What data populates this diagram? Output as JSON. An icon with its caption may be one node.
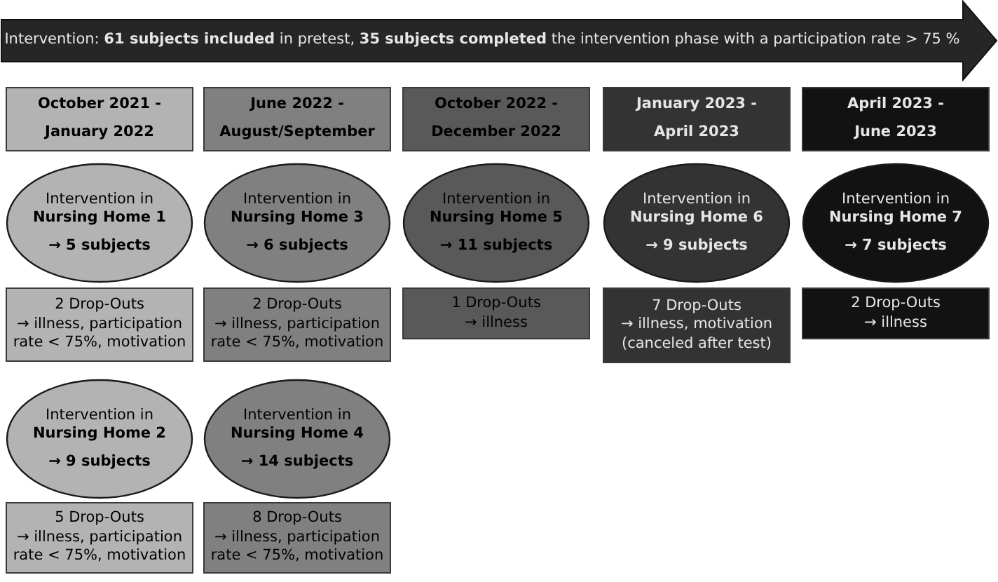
{
  "diagram": {
    "nodes": [
      {
        "text": [
          "Intervention: **61 subjects included** in pretest, **35 subjects completed** the intervention phase with a participation rate > 75 %"
        ]
      },
      {
        "text": [
          "October 2021 -",
          "January 2022"
        ]
      },
      {
        "text": [
          "June 2022 -",
          "August/September"
        ]
      },
      {
        "text": [
          "October 2022 -",
          "December 2022"
        ]
      },
      {
        "text": [
          "January 2023 -",
          "April 2023"
        ]
      },
      {
        "text": [
          "April 2023 -",
          "June 2023"
        ]
      },
      {
        "text": [
          "Intervention in **Nursing Home 1**",
          "→ 5 subjects"
        ]
      },
      {
        "text": [
          "Intervention in **Nursing Home 3**",
          "→ 6 subjects"
        ]
      },
      {
        "text": [
          "Intervention in **Nursing Home 5**",
          "→ 11 subjects"
        ]
      },
      {
        "text": [
          "Intervention in **Nursing Home 6**",
          "→ 9 subjects"
        ]
      },
      {
        "text": [
          "Intervention in **Nursing Home 7**",
          "→ 7 subjects"
        ]
      },
      {
        "text": [
          "2 Drop-Outs",
          "→ illness, participation rate < 75%, motivation"
        ]
      },
      {
        "text": [
          "2 Drop-Outs",
          "→ illness, participation rate < 75%, motivation"
        ]
      },
      {
        "text": [
          "1 Drop-Outs",
          "→ illness"
        ]
      },
      {
        "text": [
          "7 Drop-Outs",
          "→ illness, motivation (canceled after test)"
        ]
      },
      {
        "text": [
          "2 Drop-Outs",
          "→ illness"
        ]
      },
      {
        "text": [
          "Intervention in **Nursing Home 2**",
          "→ 9 subjects"
        ]
      },
      {
        "text": [
          "Intervention in **Nursing Home 4**",
          "→ 14 subjects"
        ]
      },
      {
        "text": [
          "5 Drop-Outs",
          "→ illness, participation rate < 75%, motivation"
        ]
      },
      {
        "text": [
          "8 Drop-Outs",
          "→ illness, participation rate < 75%, motivation"
        ]
      }
    ]
  }
}
